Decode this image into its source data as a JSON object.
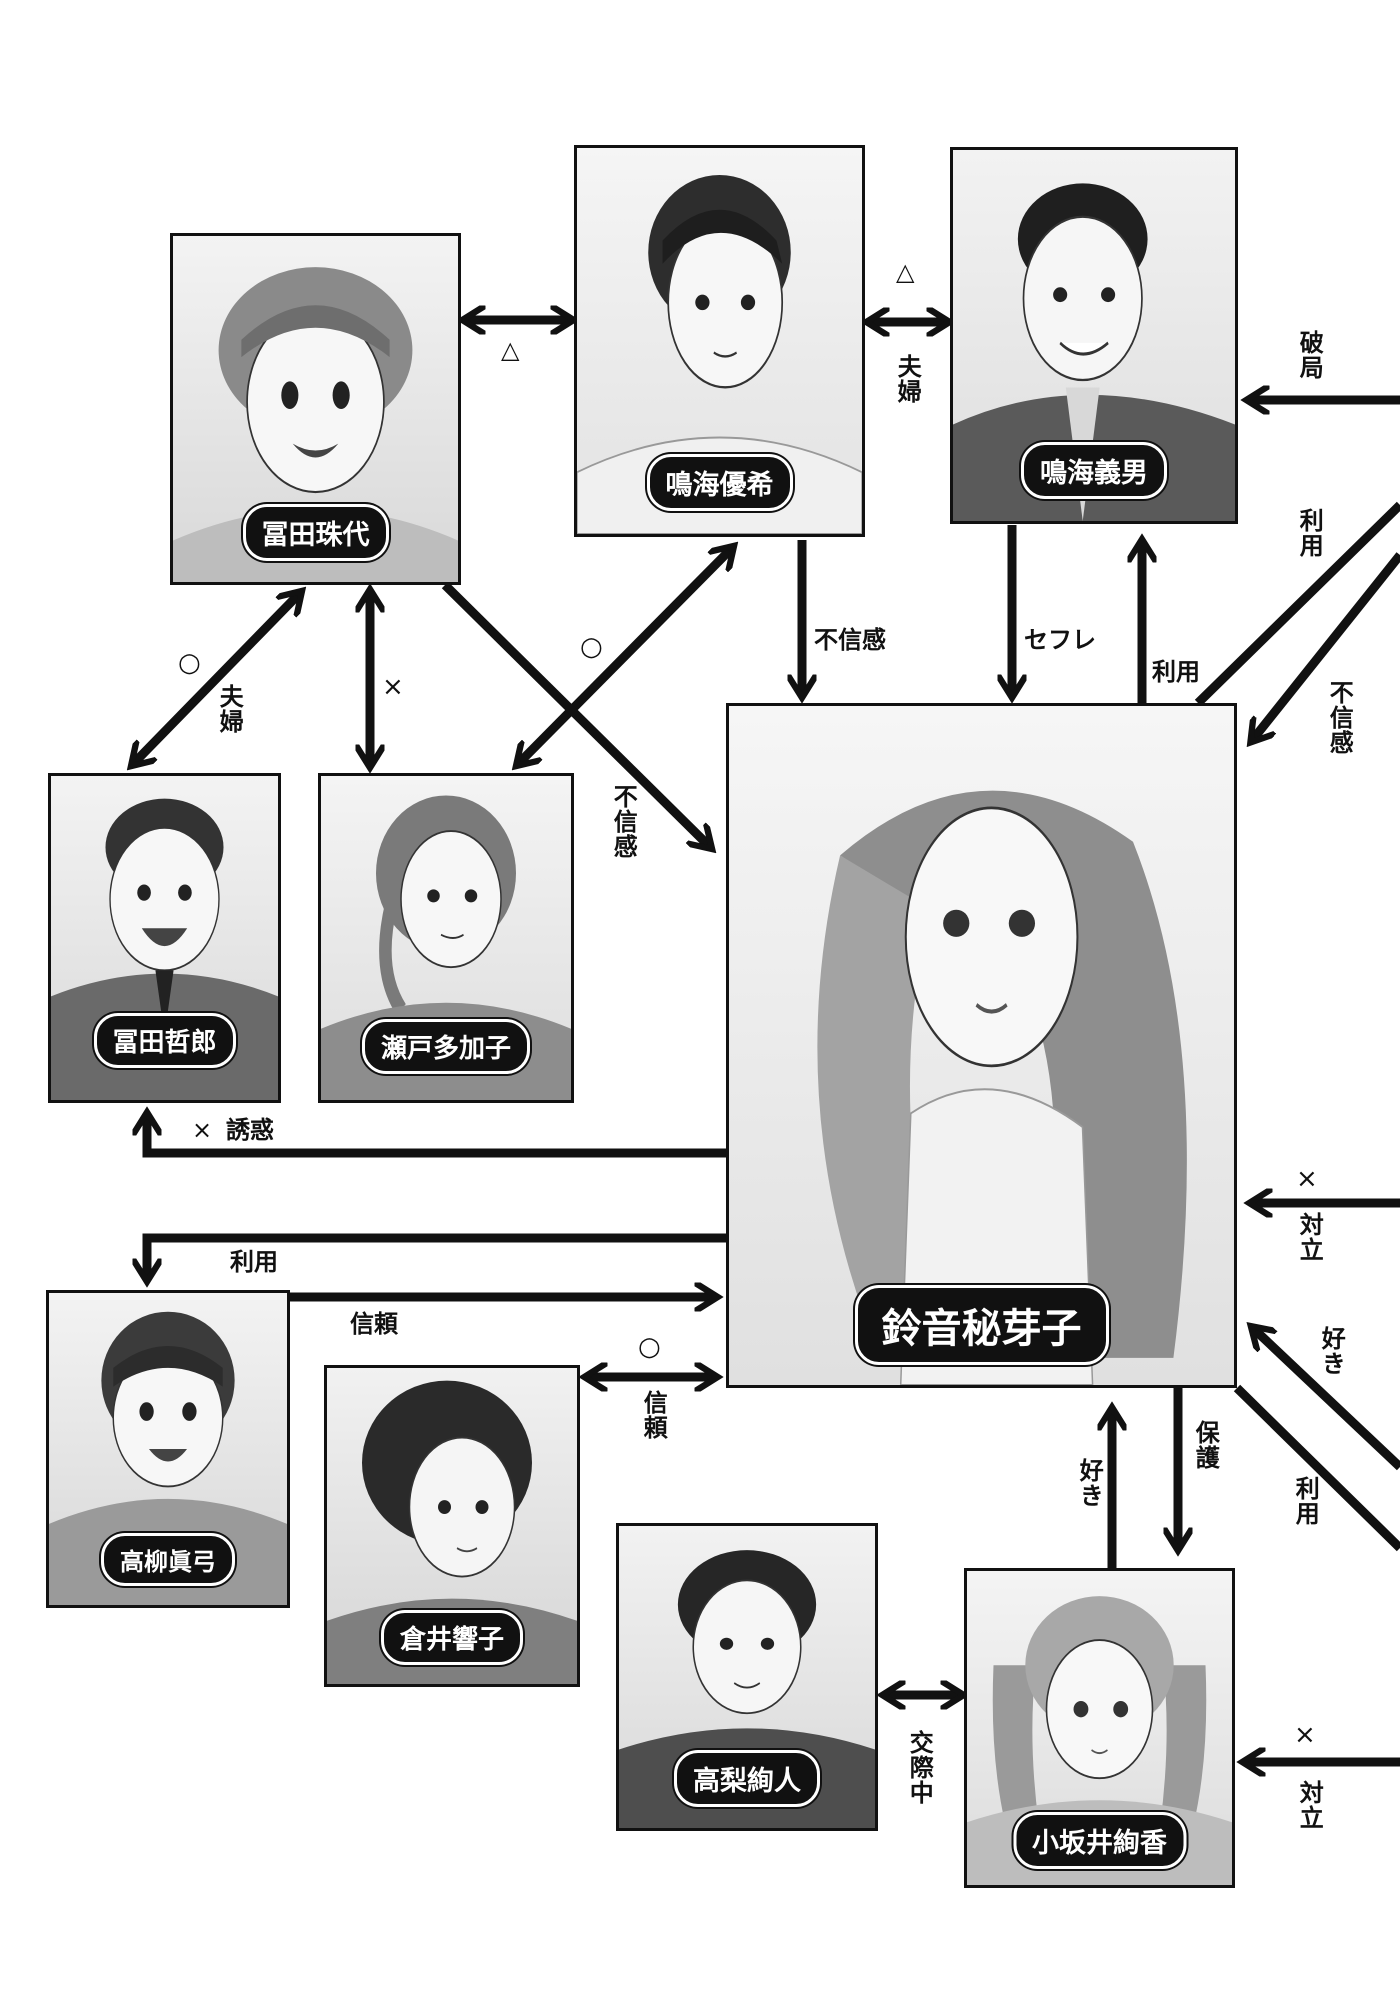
{
  "characters": {
    "tomita_tamayo": {
      "name": "冨田珠代"
    },
    "narumi_yuki": {
      "name": "鳴海優希"
    },
    "narumi_yoshio": {
      "name": "鳴海義男"
    },
    "tomita_tetsuro": {
      "name": "冨田哲郎"
    },
    "seto_takako": {
      "name": "瀬戸多加子"
    },
    "suzune_himeko": {
      "name": "鈴音秘芽子"
    },
    "takayanagi_mayumi": {
      "name": "高柳眞弓"
    },
    "kurai_kyoko": {
      "name": "倉井響子"
    },
    "takanashi_junto": {
      "name": "高梨絢人"
    },
    "kosakai_ayaka": {
      "name": "小坂井絢香"
    }
  },
  "relations": {
    "tamayo_yuki_mark": "△",
    "yuki_yoshio_mark": "△",
    "yuki_yoshio_label": "夫婦",
    "hakyoku": "破局",
    "riyo_right_upper": "利用",
    "yuki_to_himeko": "不信感",
    "yoshio_to_himeko": "セフレ",
    "himeko_to_yoshio": "利用",
    "right_to_himeko_top": "不信感",
    "tamayo_tetsuro_mark": "○",
    "tamayo_tetsuro_label": "夫婦",
    "tamayo_takako_mark": "×",
    "yuki_takako_mark": "○",
    "tamayo_to_himeko": "不信感",
    "yuwaku_mark": "×",
    "yuwaku": "誘惑",
    "right_taiitsu_mark": "×",
    "right_taiitsu": "対立",
    "riyo_to_mayumi": "利用",
    "mayumi_to_himeko": "信頼",
    "kyoko_himeko_mark": "○",
    "kyoko_himeko_label": "信頼",
    "right_suki": "好き",
    "ayaka_to_himeko": "好き",
    "himeko_to_ayaka": "保護",
    "right_riyo_lower": "利用",
    "junto_ayaka": "交際中",
    "bottom_taiitsu_mark": "×",
    "bottom_taiitsu": "対立"
  }
}
